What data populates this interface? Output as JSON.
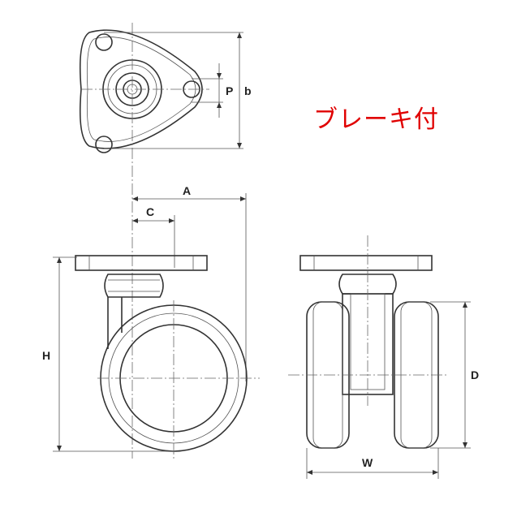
{
  "title": "ブレーキ付",
  "title_color": "#e00000",
  "labels": {
    "P": "P",
    "b": "b",
    "A": "A",
    "C": "C",
    "H": "H",
    "W": "W",
    "D": "D"
  }
}
